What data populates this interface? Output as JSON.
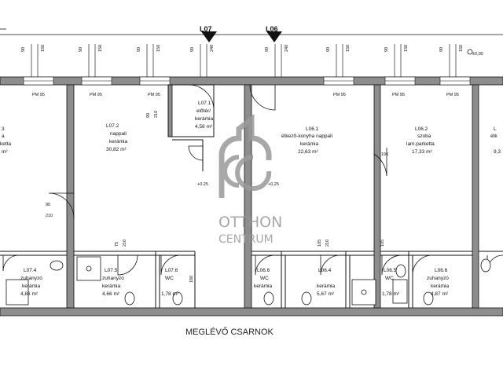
{
  "plan": {
    "unit_markers": [
      {
        "id": "L07",
        "label": "L07"
      },
      {
        "id": "L06",
        "label": "L06"
      }
    ],
    "hall_label": "MEGLÉVŐ CSARNOK",
    "watermark": {
      "line1": "OTTHON",
      "line2": "CENTRUM"
    },
    "level_marks": [
      "+0,25",
      "+0,25",
      "±0,00"
    ],
    "window_tags": [
      "PM 95",
      "PM 95",
      "PM 95",
      "PM 95",
      "PM 95",
      "PM 95"
    ],
    "rooms": [
      {
        "code": "L07.2",
        "name": "nappali",
        "floor": "kerámia",
        "area": "30,82 m²"
      },
      {
        "code": "L07.1",
        "name": "előtér/",
        "floor": "kerámia",
        "area": "4,58 m²"
      },
      {
        "code": "L06.1",
        "name": "étkező-konyha nappali",
        "floor": "kerámia",
        "area": "22,63 m²"
      },
      {
        "code": "L06.2",
        "name": "szoba",
        "floor": "lam.parketta",
        "area": "17,33 m²"
      },
      {
        "code": "L07.4",
        "name": "zuhanyzó",
        "floor": "kerámia",
        "area": "4,86 m²"
      },
      {
        "code": "L07.5",
        "name": "zuhanyzó",
        "floor": "kerámia",
        "area": "4,66 m²"
      },
      {
        "code": "L07.6",
        "name": "WC",
        "floor": "",
        "area": "1,78 m²"
      },
      {
        "code": "L06.6",
        "name": "WC",
        "floor": "kerámia",
        "area": ""
      },
      {
        "code": "L06.4",
        "name": "",
        "floor": "kerámia",
        "area": "5,67 m²"
      },
      {
        "code": "L06.5",
        "name": "WC",
        "floor": "",
        "area": "1,78 m²"
      },
      {
        "code": "L06.6",
        "name": "zuhanyzó",
        "floor": "kerámia",
        "area": "4,87 m²"
      }
    ],
    "partial_left": {
      "l1": "3",
      "l2": "a",
      "l3": "ketta",
      "l4": "m²"
    },
    "partial_right": {
      "l1": "L",
      "l2": "étk",
      "l3": "9,3"
    },
    "dim_labels": [
      "90",
      "210",
      "75",
      "210",
      "90",
      "210",
      "160",
      "190",
      "105",
      "210",
      "105"
    ],
    "colors": {
      "wall": "#8d8d8d",
      "line": "#111111",
      "watermark": "#9a9a9a"
    }
  }
}
